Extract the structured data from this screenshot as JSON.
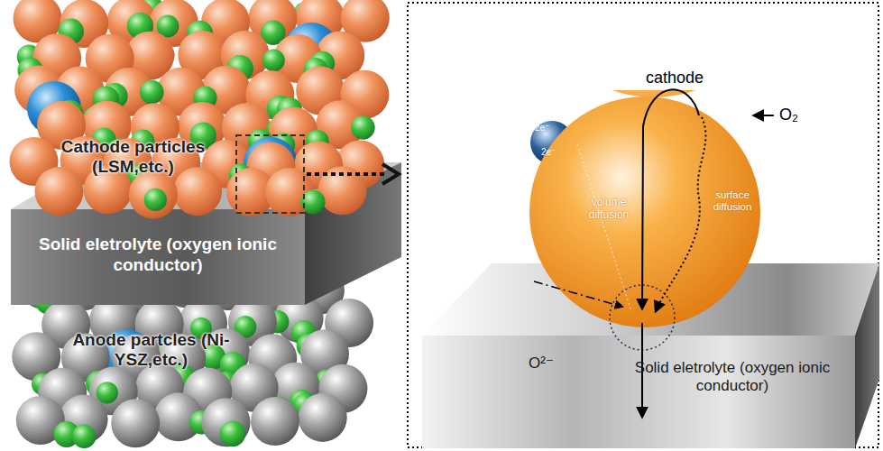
{
  "diagram": {
    "nodes": [
      {
        "text": [
          "Solid eletrolyte (oxygen ionic conductor)"
        ]
      },
      {
        "text": [
          "Solid eletrolyte (oxygen ionic conductor)"
        ]
      }
    ],
    "labels": [
      "Cathode particles (LSM,etc.)",
      "Anode partcles (Ni-YSZ,etc.)",
      "cathode",
      "O₂",
      "2e⁻",
      "2e⁻",
      "volume diffusion",
      "surface diffusion",
      "O²⁻"
    ]
  }
}
